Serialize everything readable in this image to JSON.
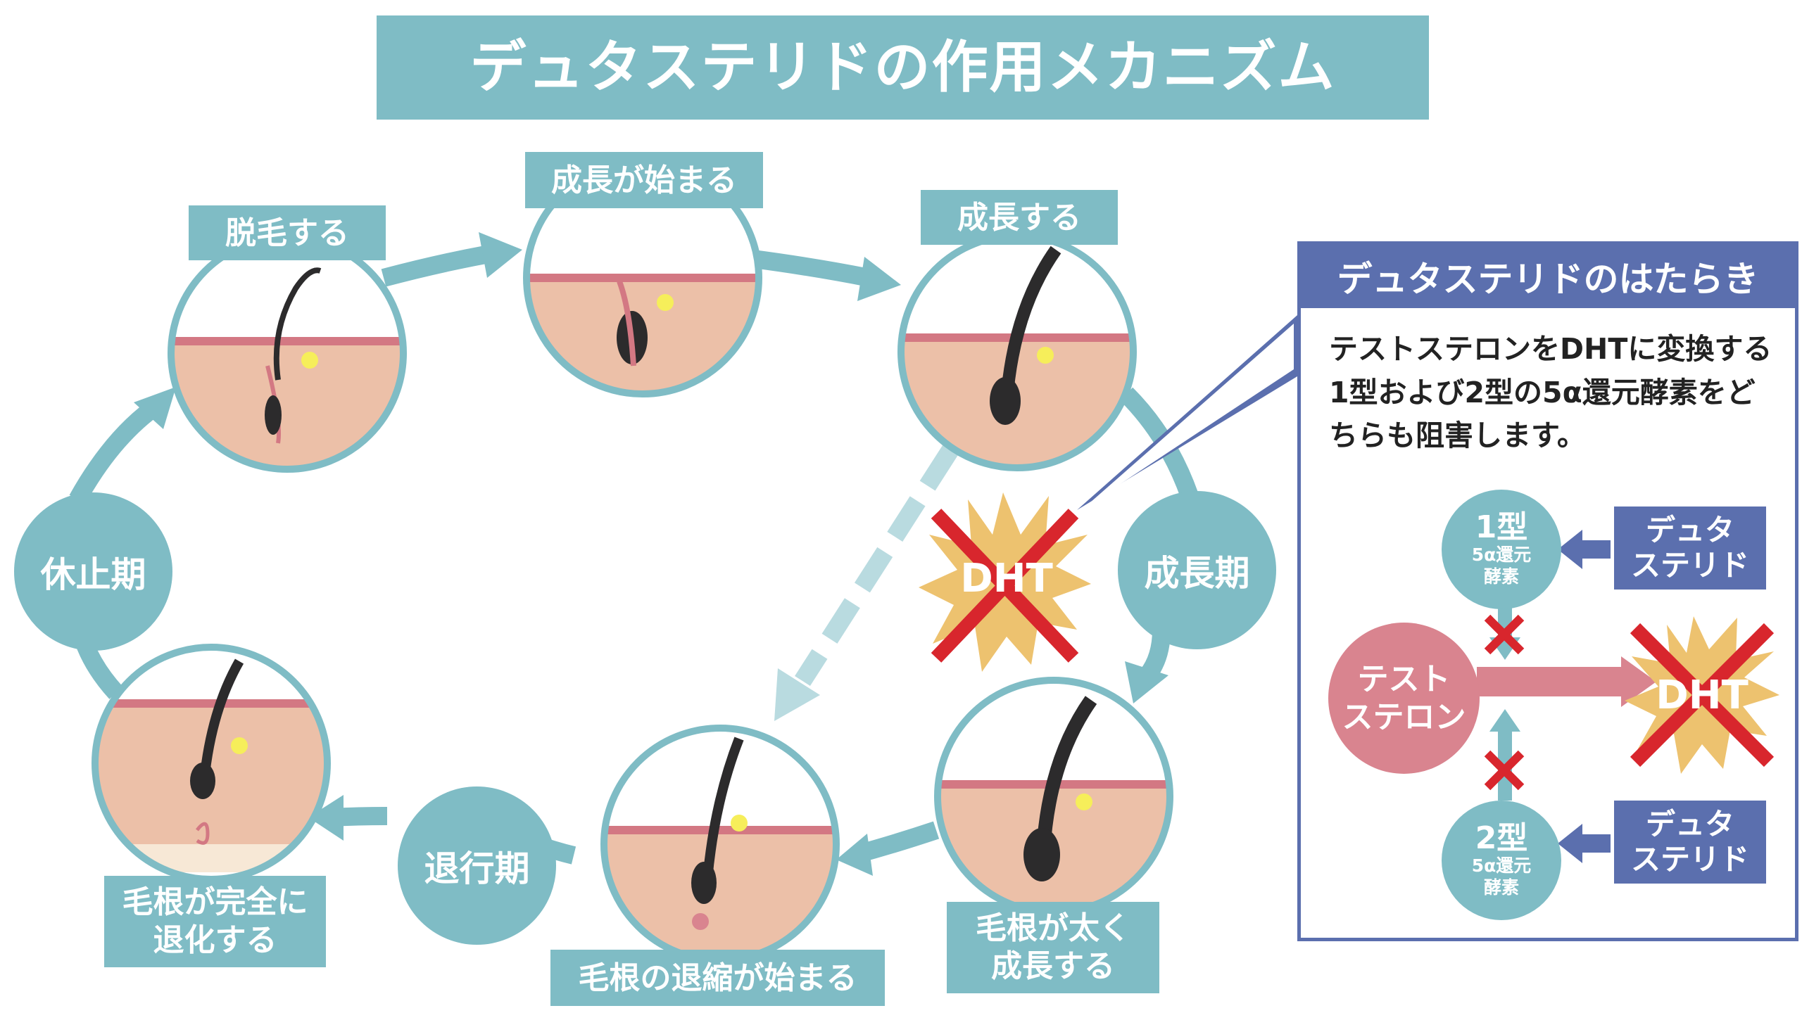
{
  "title": "デュタステリドの作用メカニズム",
  "stages": {
    "hair_loss": "脱毛する",
    "growth_begins": "成長が始まる",
    "grows": "成長する",
    "root_grows_thick": "毛根が太く\n成長する",
    "root_shrink_begins": "毛根の退縮が始まる",
    "root_fully_regressed": "毛根が完全に\n退化する"
  },
  "phases": {
    "rest": "休止期",
    "growth": "成長期",
    "regression": "退行期"
  },
  "dht_label": "DHT",
  "panel": {
    "title": "デュタステリドのはたらき",
    "description": "テストステロンをDHTに変換する1型および2型の5α還元酵素をどちらも阻害します。",
    "enzyme1": {
      "type": "1型",
      "name": "5α還元\n酵素"
    },
    "enzyme2": {
      "type": "2型",
      "name": "5α還元\n酵素"
    },
    "dutasteride": "デュタ\nステリド",
    "testosterone": "テスト\nステロン",
    "dht": "DHT"
  },
  "colors": {
    "teal": "#7fbcc5",
    "navy": "#5b6fae",
    "pink": "#d9848f",
    "red_x": "#d8262d",
    "starburst": "#edc26f",
    "skin": "#ecc0a8",
    "dashed_arrow": "#b9dbe0"
  }
}
